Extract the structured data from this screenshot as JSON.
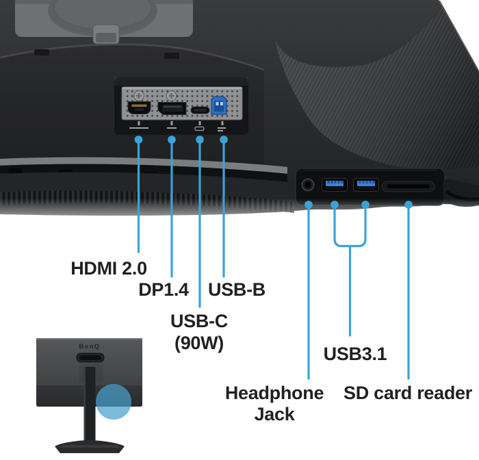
{
  "diagram": {
    "brand_logo": "BenQ",
    "colors": {
      "callout_blue": "#3aa3d8",
      "usb_port_blue": "#3b82d8",
      "highlight_circle_blue": "#49a0cd"
    },
    "rear_io_labels": {
      "hdmi": "HDMI 2.0",
      "dp": "DP1.4",
      "usb_b": "USB-B",
      "usb_c": "USB-C",
      "usb_c_power": "(90W)"
    },
    "bottom_io_labels": {
      "usb31": "USB3.1",
      "headphone_line1": "Headphone",
      "headphone_line2": "Jack",
      "sd": "SD card reader"
    }
  }
}
